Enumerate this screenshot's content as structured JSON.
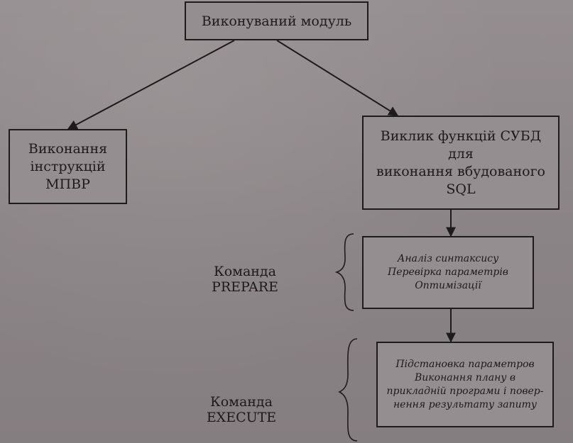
{
  "diagram": {
    "module_box": "Виконуваний модуль",
    "mpvr_box": [
      "Виконання",
      "інструкцій",
      "МПВР"
    ],
    "dbms_call_box": [
      "Виклик функцій СУБД",
      "для",
      "виконання вбудованого",
      "SQL"
    ],
    "prepare_steps": [
      "Аналіз синтаксису",
      "Перевірка параметрів",
      "Оптимізації"
    ],
    "execute_steps": [
      "Підстановка параметров",
      "Виконання плану в",
      "прикладній програми і повер-",
      "нення результату запиту"
    ],
    "prepare_command": [
      "Команда",
      "PREPARE"
    ],
    "execute_command": [
      "Команда",
      "EXECUTE"
    ]
  },
  "colors": {
    "paper": "#8e8789",
    "ink": "#1e1b1d"
  }
}
